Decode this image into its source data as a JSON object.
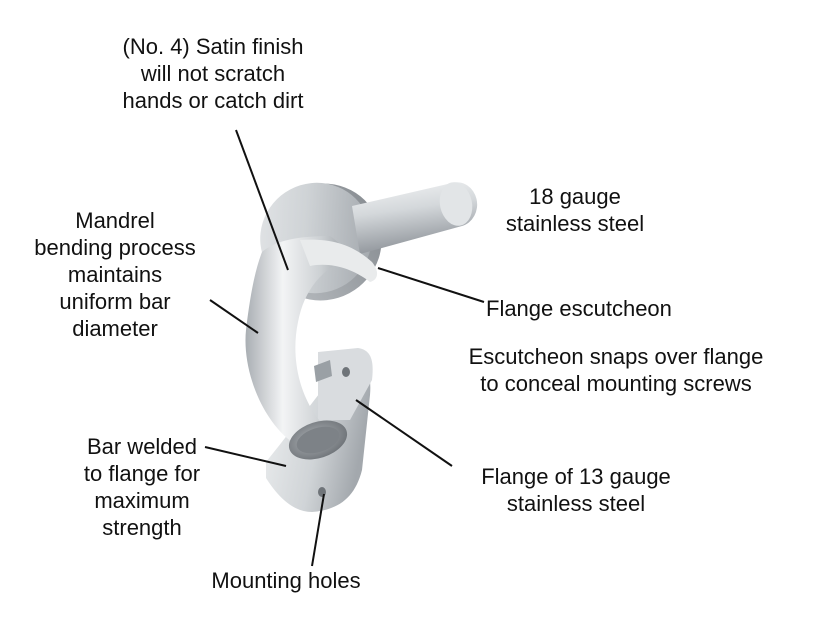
{
  "callouts": {
    "satin_finish": [
      "(No. 4) Satin finish",
      "will not scratch",
      "hands or catch dirt"
    ],
    "gauge_steel": [
      "18 gauge",
      "stainless steel"
    ],
    "mandrel": [
      "Mandrel",
      "bending process",
      "maintains",
      "uniform bar",
      "diameter"
    ],
    "flange_escutcheon": [
      "Flange escutcheon"
    ],
    "escutcheon_snaps": [
      "Escutcheon snaps over flange",
      "to conceal mounting screws"
    ],
    "bar_welded": [
      "Bar welded",
      "to flange for",
      "maximum",
      "strength"
    ],
    "flange_13": [
      "Flange of 13 gauge",
      "stainless steel"
    ],
    "mounting_holes": [
      "Mounting holes"
    ]
  },
  "colors": {
    "text": "#111111",
    "leader": "#111111",
    "steel_light": "#f1f3f4",
    "steel_mid": "#c8cccf",
    "steel_dark": "#8e9398"
  }
}
